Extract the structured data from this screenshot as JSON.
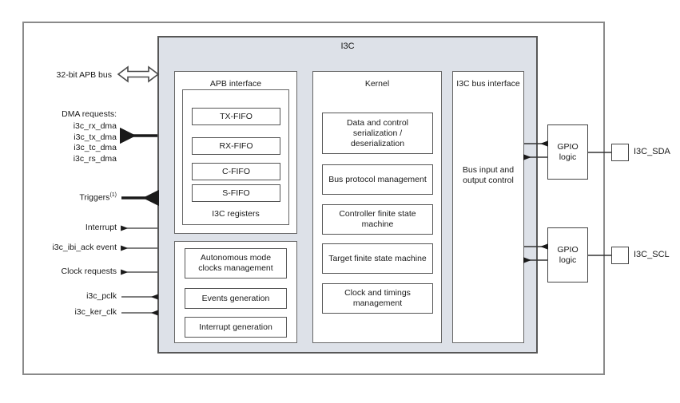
{
  "diagram": {
    "title": "I3C",
    "outer_frame_label": ""
  },
  "columns": {
    "apb": {
      "title": "APB interface",
      "registers_label": "I3C registers",
      "fifos": [
        {
          "label": "TX-FIFO"
        },
        {
          "label": "RX-FIFO"
        },
        {
          "label": "C-FIFO"
        },
        {
          "label": "S-FIFO"
        }
      ]
    },
    "autonomous": {
      "blocks": [
        {
          "label": "Autonomous mode clocks management"
        },
        {
          "label": "Events generation"
        },
        {
          "label": "Interrupt generation"
        }
      ]
    },
    "kernel": {
      "title": "Kernel",
      "blocks": [
        {
          "label": "Data and control serialization / deserialization"
        },
        {
          "label": "Bus protocol management"
        },
        {
          "label": "Controller finite state machine"
        },
        {
          "label": "Target finite state machine"
        },
        {
          "label": "Clock and timings management"
        }
      ]
    },
    "bus_interface": {
      "title": "I3C bus interface",
      "body": "Bus input and output control"
    }
  },
  "gpio": [
    {
      "label": "GPIO logic",
      "pin": "I3C_SDA"
    },
    {
      "label": "GPIO logic",
      "pin": "I3C_SCL"
    }
  ],
  "signals": {
    "apb_bus": "32-bit APB bus",
    "dma_heading": "DMA requests:",
    "dma_lines": [
      "i3c_rx_dma",
      "i3c_tx_dma",
      "i3c_tc_dma",
      "i3c_rs_dma"
    ],
    "triggers": "Triggers",
    "triggers_note": "(1)",
    "interrupt": "Interrupt",
    "ibi_ack": "i3c_ibi_ack event",
    "clock_requests": "Clock requests",
    "pclk": "i3c_pclk",
    "ker_clk": "i3c_ker_clk"
  },
  "colors": {
    "container_fill": "#dde1e8",
    "container_border": "#575757",
    "block_border": "#555555",
    "frame_border": "#8a8a8a",
    "text": "#1a1a1a"
  }
}
